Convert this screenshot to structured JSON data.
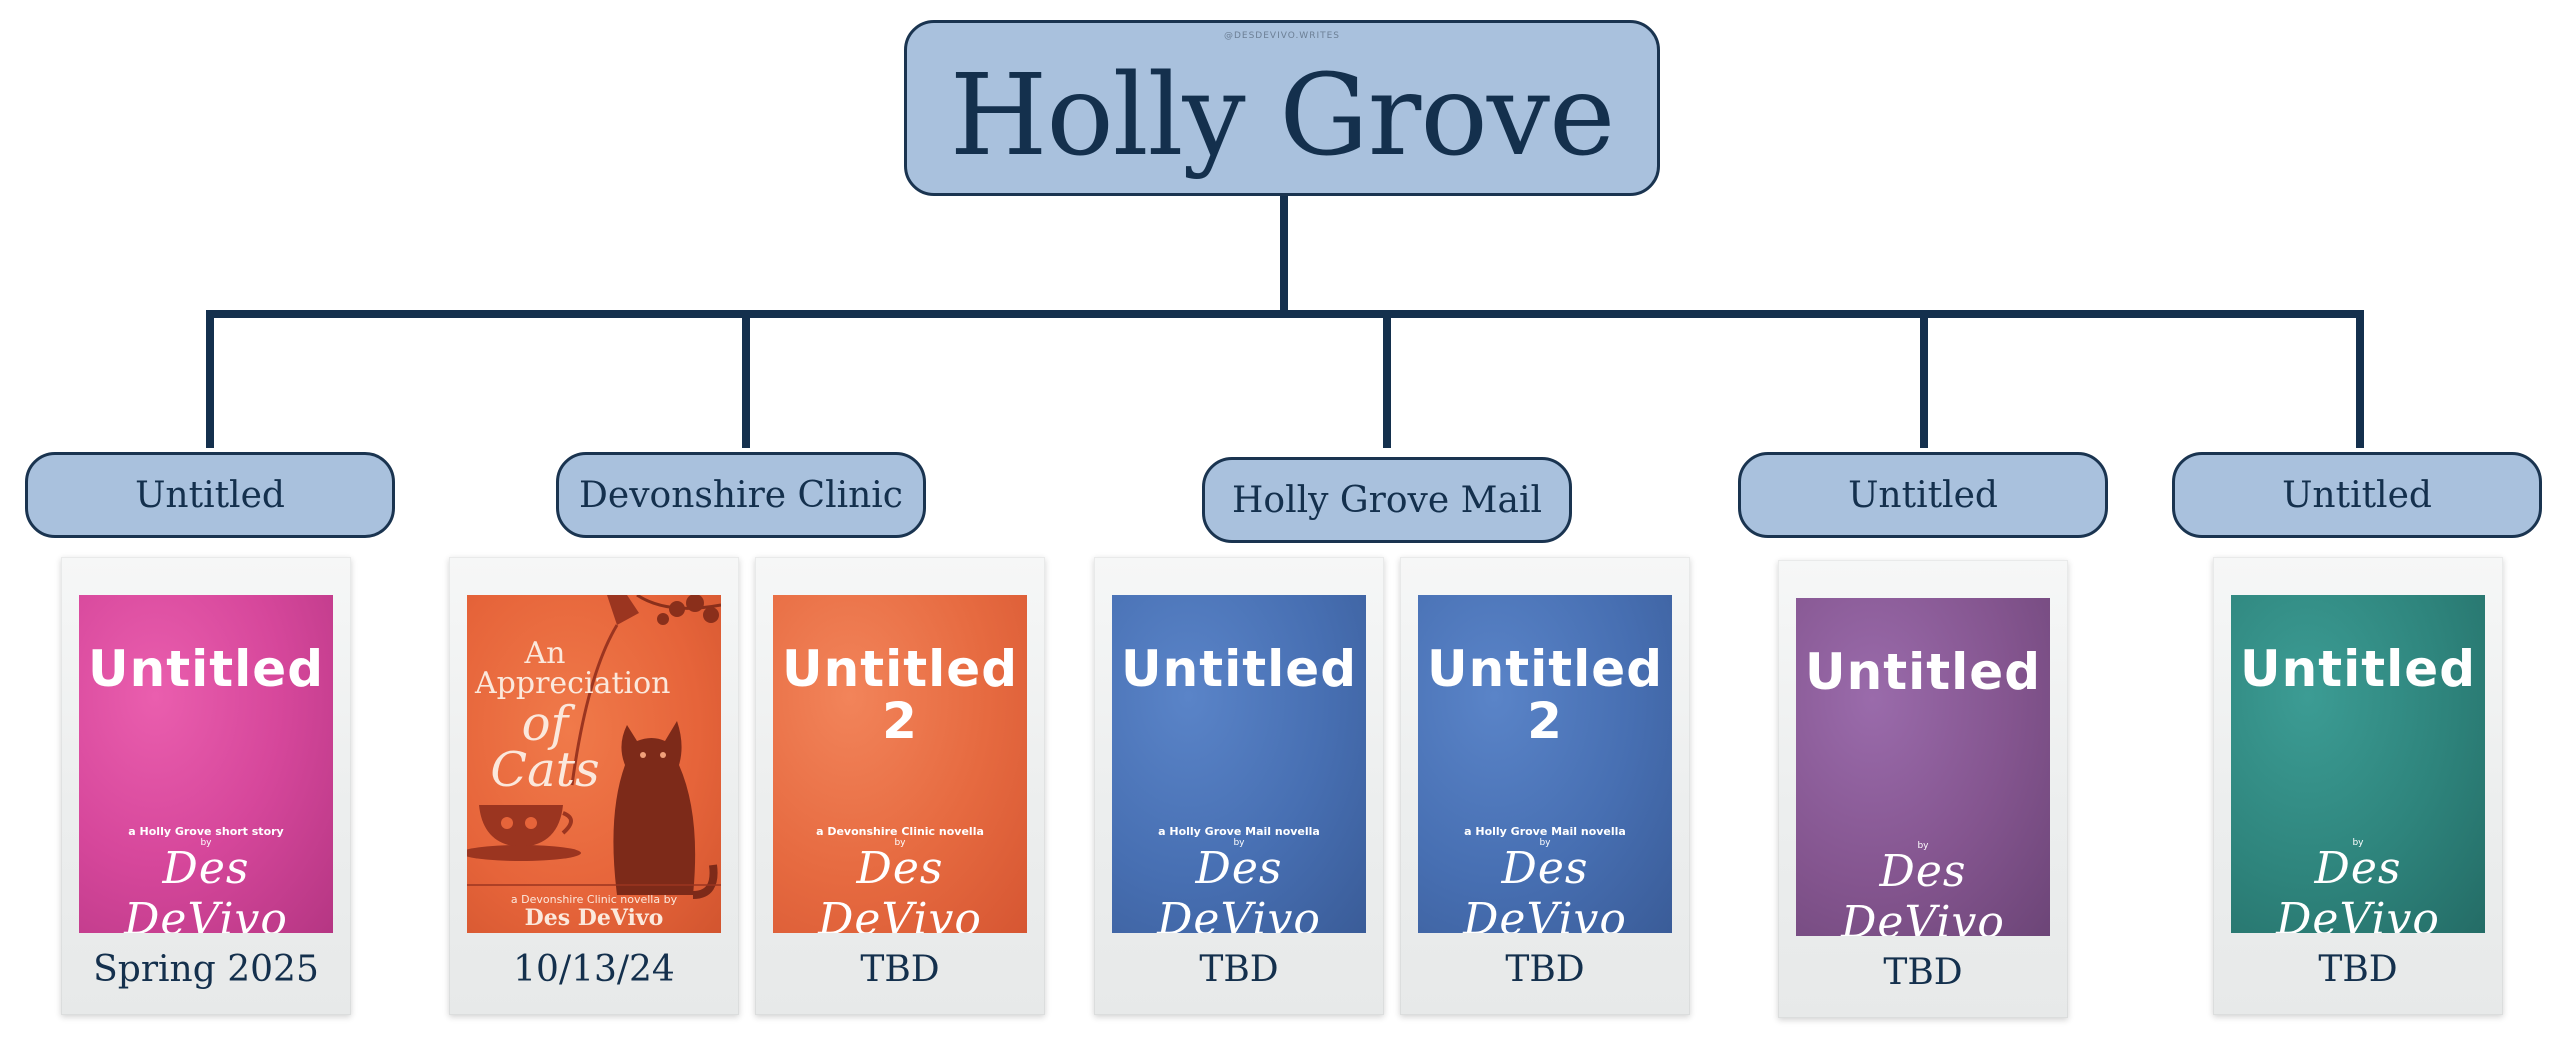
{
  "title": "Holly Grove",
  "handle": "@DESDEVIVO.WRITES",
  "colors": {
    "box_fill": "#a9c1dd",
    "line": "#14304d",
    "text": "#14304d"
  },
  "branches": [
    {
      "label": "Untitled",
      "books": [
        {
          "cover_title": "Untitled",
          "cover_tag": "a Holly Grove short story",
          "cover_by": "by",
          "cover_author": "Des DeVivo",
          "caption": "Spring 2025",
          "cover_color": "pink"
        }
      ]
    },
    {
      "label": "Devonshire Clinic",
      "books": [
        {
          "cover_title_line1": "An Appreciation",
          "cover_title_line2": "of Cats",
          "cover_tag": "a Devonshire Clinic novella by",
          "cover_author": "Des DeVivo",
          "caption": "10/13/24",
          "cover_color": "orange-illustrated"
        },
        {
          "cover_title": "Untitled",
          "cover_title_2": "2",
          "cover_tag": "a Devonshire Clinic novella",
          "cover_by": "by",
          "cover_author": "Des DeVivo",
          "caption": "TBD",
          "cover_color": "orange"
        }
      ]
    },
    {
      "label": "Holly Grove Mail",
      "books": [
        {
          "cover_title": "Untitled",
          "cover_tag": "a Holly Grove Mail novella",
          "cover_by": "by",
          "cover_author": "Des DeVivo",
          "caption": "TBD",
          "cover_color": "blue"
        },
        {
          "cover_title": "Untitled",
          "cover_title_2": "2",
          "cover_tag": "a Holly Grove Mail novella",
          "cover_by": "by",
          "cover_author": "Des DeVivo",
          "caption": "TBD",
          "cover_color": "blue"
        }
      ]
    },
    {
      "label": "Untitled",
      "books": [
        {
          "cover_title": "Untitled",
          "cover_by": "by",
          "cover_author": "Des DeVivo",
          "caption": "TBD",
          "cover_color": "purple"
        }
      ]
    },
    {
      "label": "Untitled",
      "books": [
        {
          "cover_title": "Untitled",
          "cover_by": "by",
          "cover_author": "Des DeVivo",
          "caption": "TBD",
          "cover_color": "teal"
        }
      ]
    }
  ]
}
